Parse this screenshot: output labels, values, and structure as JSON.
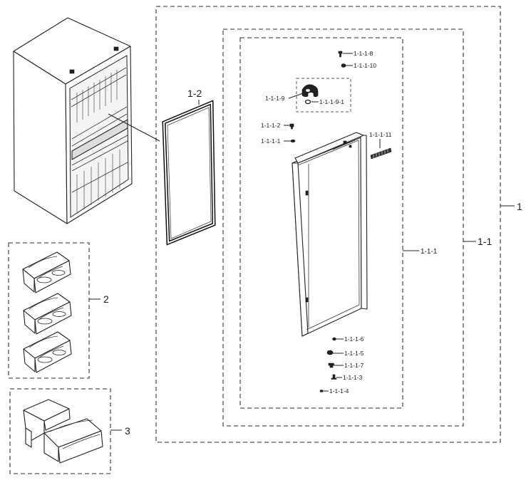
{
  "callouts": {
    "assembly": "1",
    "door_assembly": "1-1",
    "gasket": "1-2",
    "door_foam": "1-1-1",
    "guards": "2",
    "guard_lower": "3"
  },
  "parts": {
    "p_1_1_1_8": "1-1-1-8",
    "p_1_1_1_10": "1-1-1-10",
    "p_1_1_1_9": "1-1-1-9",
    "p_1_1_1_9_1": "1-1-1-9-1",
    "p_1_1_1_2": "1-1-1-2",
    "p_1_1_1_1": "1-1-1-1",
    "p_1_1_1_11": "1-1-1-11",
    "p_1_1_1_6": "1-1-1-6",
    "p_1_1_1_5": "1-1-1-5",
    "p_1_1_1_7": "1-1-1-7",
    "p_1_1_1_3": "1-1-1-3",
    "p_1_1_1_4": "1-1-1-4"
  }
}
